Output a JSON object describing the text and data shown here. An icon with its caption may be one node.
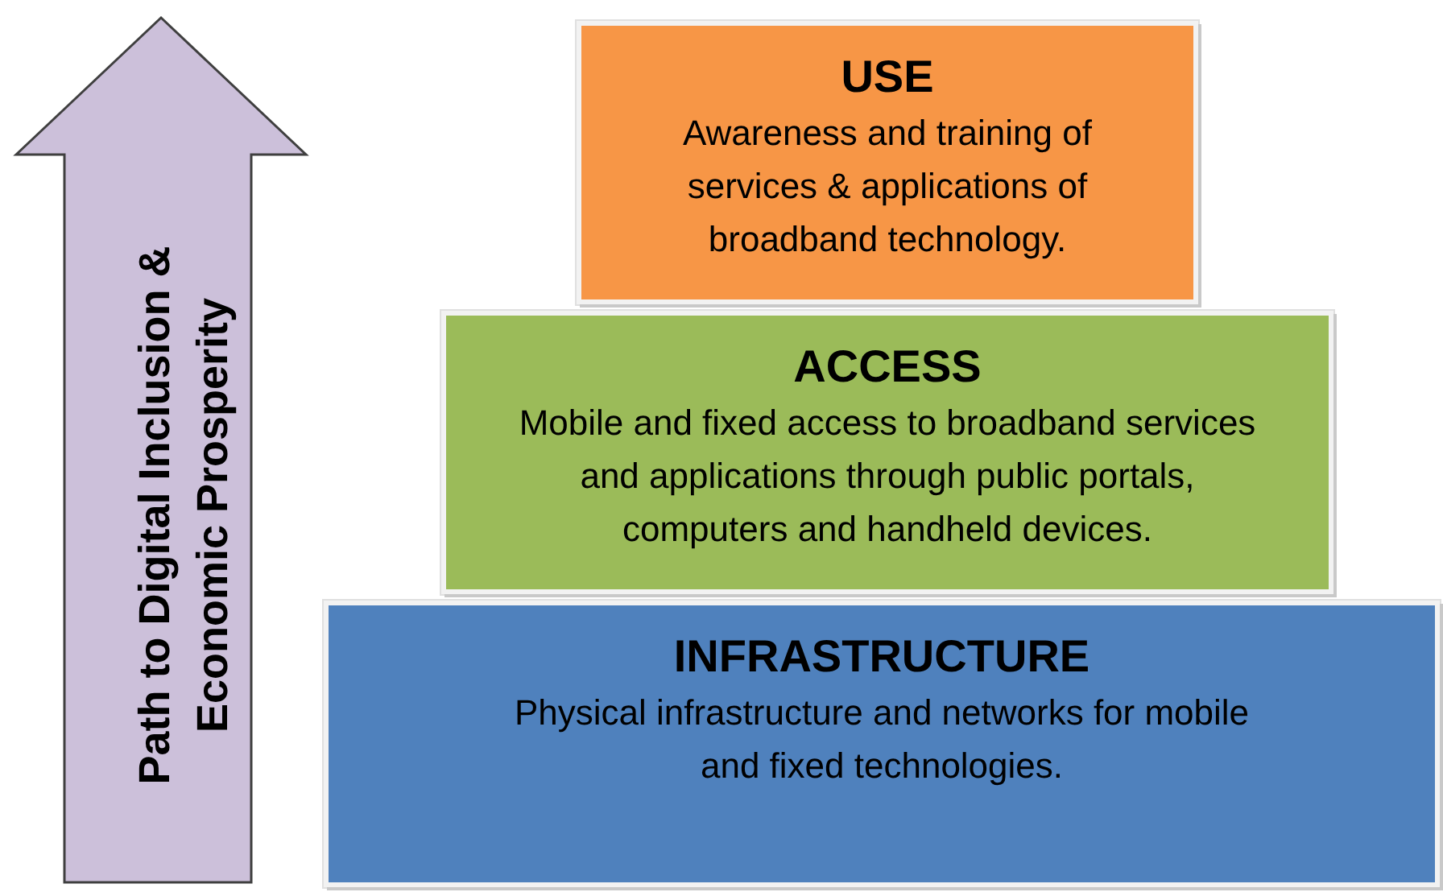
{
  "diagram": {
    "nodes": [
      {
        "text": [
          "Path to Digital Inclusion & Economic Prosperity"
        ]
      },
      {
        "text": [
          "USE",
          "Awareness and training of services & applications of broadband technology."
        ]
      },
      {
        "text": [
          "ACCESS",
          "Mobile and fixed access to broadband services and applications through public portals, computers and handheld devices."
        ]
      },
      {
        "text": [
          "INFRASTRUCTURE",
          "Physical infrastructure and networks for mobile and fixed technologies."
        ]
      }
    ]
  }
}
